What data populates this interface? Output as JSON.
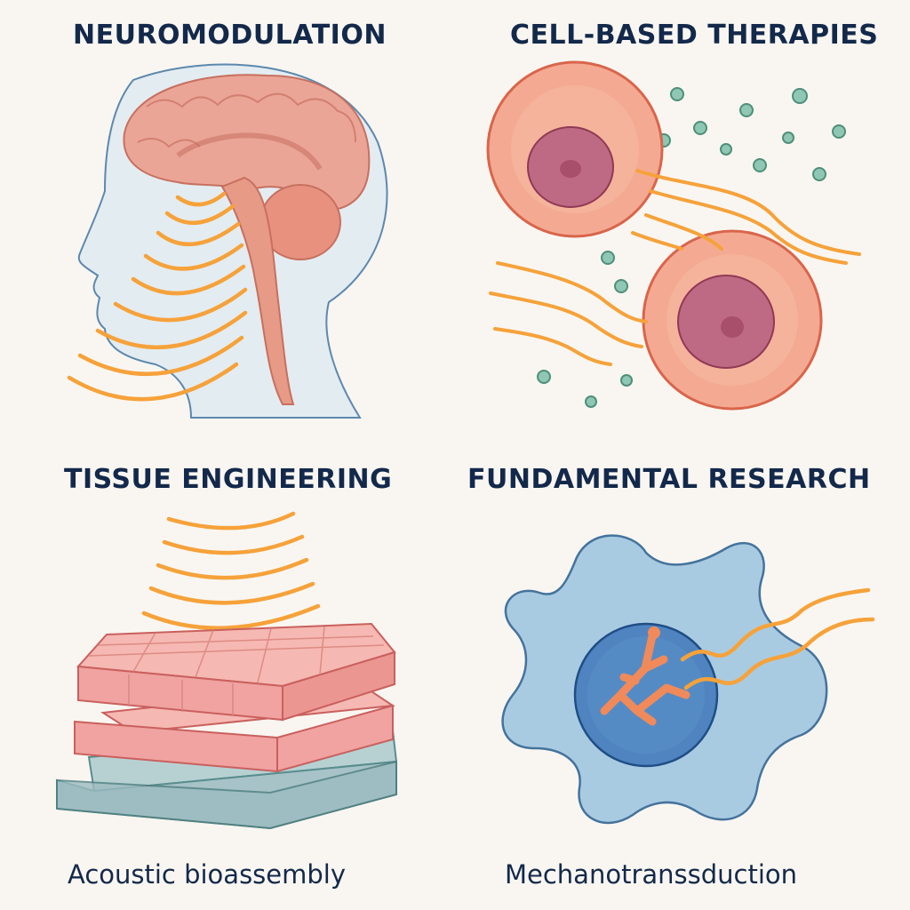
{
  "panels": [
    {
      "id": "neuromodulation",
      "heading": "NEUROMODULATION",
      "caption": ""
    },
    {
      "id": "cell-based",
      "heading": "CELL-BASED THERAPIES",
      "caption": ""
    },
    {
      "id": "tissue",
      "heading": "TISSUE ENGINEERING",
      "caption": "Acoustic bioassembly"
    },
    {
      "id": "fundamental",
      "heading": "FUNDAMENTAL RESEARCH",
      "caption": "Mechanotranssduction"
    }
  ],
  "colors": {
    "background": "#f9f6f1",
    "text": "#13294b",
    "wave": "#f6a23a",
    "brain": "#e9a08e",
    "cell": "#f3a88e",
    "nucleus": "#b8607a",
    "particle": "#5fa08a",
    "tissue_layer": "#f0a3a0",
    "base_layer": "#a9c6c9",
    "fund_cell": "#a9cbe2",
    "fund_nucleus": "#4a7fbe",
    "chromosome": "#f08a5a"
  },
  "icons": [
    "head-brain-icon",
    "acoustic-wave-icon",
    "cell-icon",
    "nucleus-icon",
    "particle-icon",
    "tissue-layer-icon",
    "scaffold-base-icon",
    "amoeboid-cell-icon",
    "chromosome-icon"
  ]
}
